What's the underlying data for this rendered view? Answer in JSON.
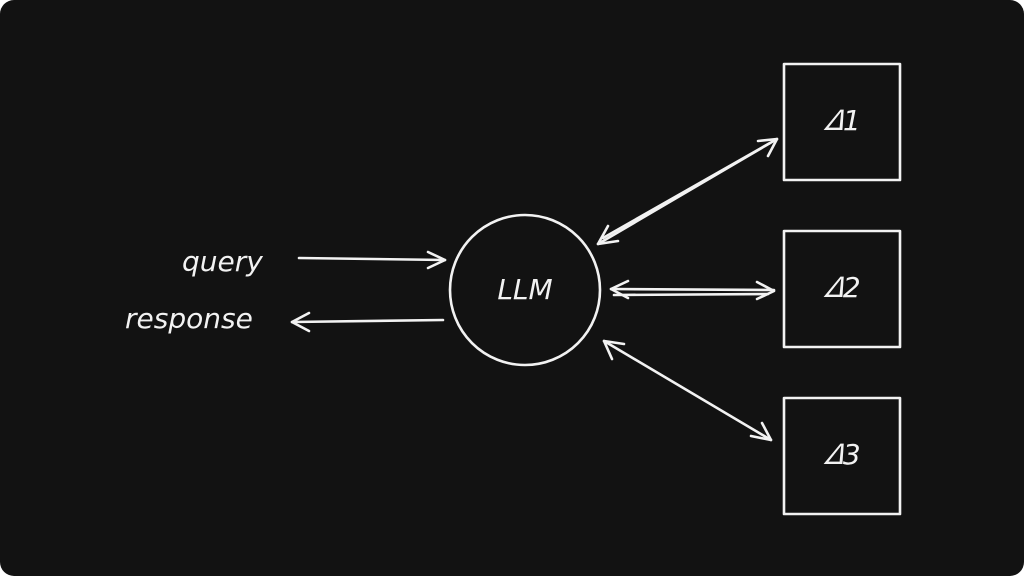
{
  "diagram": {
    "llm_label": "LLM",
    "input_label": "query",
    "output_label": "response",
    "tools": [
      {
        "label": "𝛥1"
      },
      {
        "label": "𝛥2"
      },
      {
        "label": "𝛥3"
      }
    ]
  },
  "colors": {
    "background": "#121212",
    "stroke": "#f2f2f2"
  }
}
